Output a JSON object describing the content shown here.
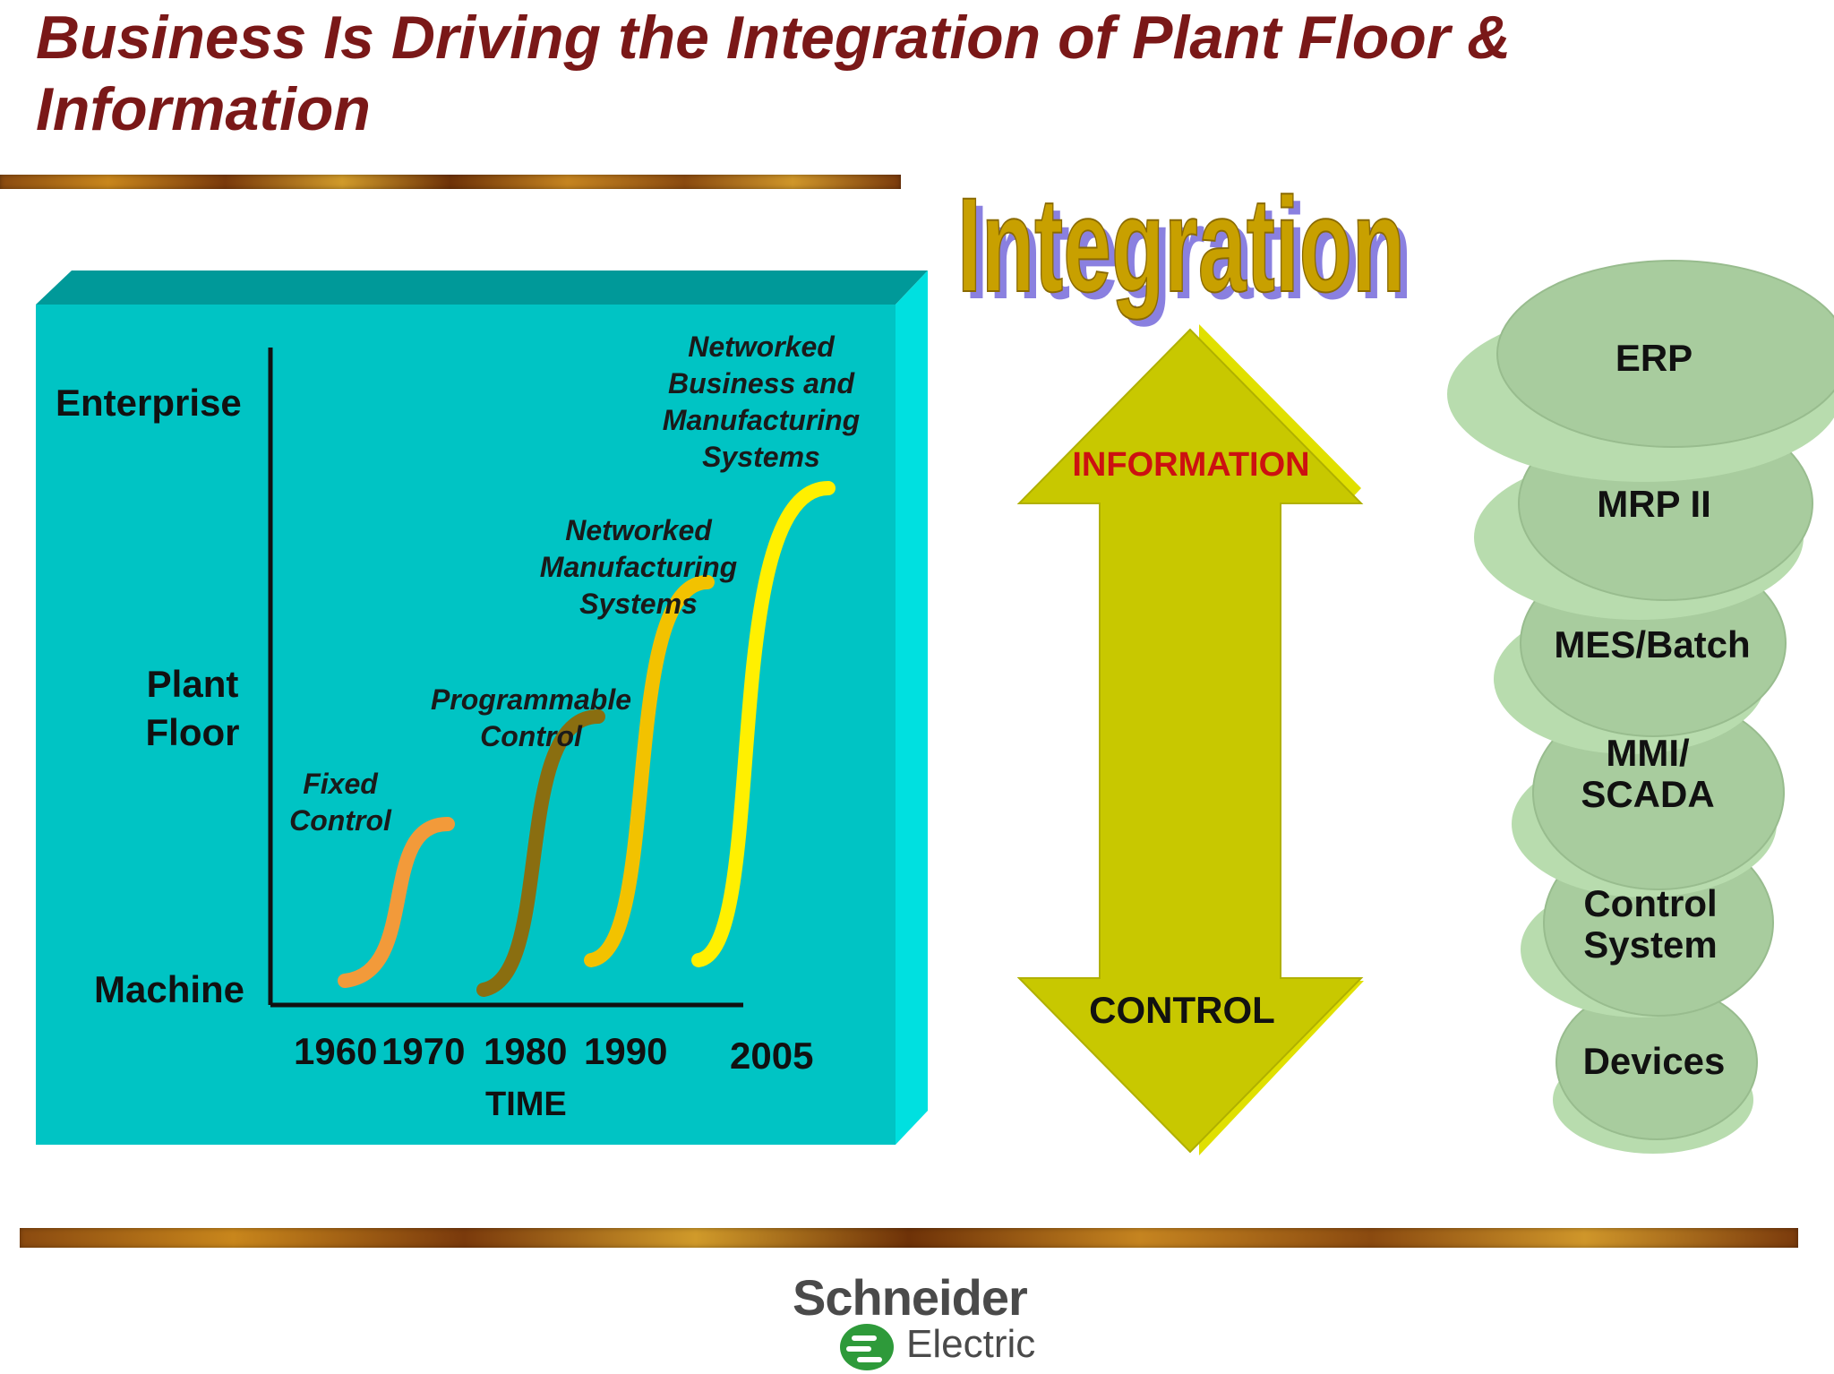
{
  "title": "Business Is Driving the Integration of Plant Floor & Information",
  "chart_box": {
    "y_labels": {
      "enterprise": "Enterprise",
      "plant_floor": "Plant\nFloor",
      "machine": "Machine"
    },
    "x_labels": {
      "y1960": "1960",
      "y1970": "1970",
      "y1980": "1980",
      "y1990": "1990",
      "y2005": "2005"
    },
    "x_axis_title": "TIME",
    "curves": [
      {
        "label": "Fixed\nControl",
        "color": "#f29a3a"
      },
      {
        "label": "Programmable\nControl",
        "color": "#8a6e10"
      },
      {
        "label": "Networked\nManufacturing\nSystems",
        "color": "#f2c200"
      },
      {
        "label": "Networked\nBusiness and\nManufacturing\nSystems",
        "color": "#fff000"
      }
    ],
    "colors": {
      "face": "#00c4c4",
      "top": "#009999",
      "side": "#00e0e0"
    }
  },
  "integration": {
    "word": "Integration",
    "arrow_top_label": "INFORMATION",
    "arrow_bottom_label": "CONTROL",
    "colors": {
      "word": "#c8a000",
      "word_shadow": "#8a80e0",
      "arrow": "#c8c800",
      "info_text": "#cc1111"
    }
  },
  "stack": {
    "levels": [
      "ERP",
      "MRP II",
      "MES/Batch",
      "MMI/\nSCADA",
      "Control\nSystem",
      "Devices"
    ],
    "colors": {
      "top": "#a8cc9e",
      "side": "#b8dcae"
    }
  },
  "logo": {
    "line1": "Schneider",
    "line2": "Electric",
    "colors": {
      "text": "#4a4a4a",
      "mark": "#2e9a3a"
    }
  }
}
